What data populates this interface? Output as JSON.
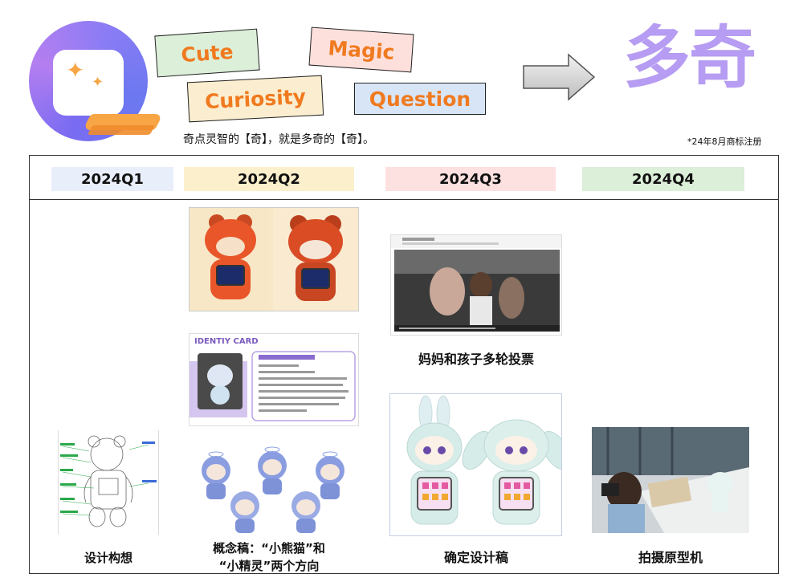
{
  "header": {
    "tags": {
      "cute": "Cute",
      "magic": "Magic",
      "curiosity": "Curiosity",
      "question": "Question"
    },
    "subtitle": "奇点灵智的【奇】，就是多奇的【奇】。",
    "brand_name": "多奇",
    "trademark_note": "*24年8月商标注册"
  },
  "timeline": {
    "quarters": [
      "2024Q1",
      "2024Q2",
      "2024Q3",
      "2024Q4"
    ],
    "captions": {
      "q1": "设计构想",
      "q2_line1": "概念稿：“小熊猫”和",
      "q2_line2": "“小精灵”两个方向",
      "q3_vote": "妈妈和孩子多轮投票",
      "q3_final": "确定设计稿",
      "q4": "拍摄原型机"
    },
    "identity_card": {
      "title": "IDENTIY CARD"
    }
  },
  "colors": {
    "tag_text": "#f07a1f",
    "brand": "#b69cf2",
    "q1_bg": "#e9eefb",
    "q2_bg": "#fbefcc",
    "q3_bg": "#fde0e0",
    "q4_bg": "#dcefd9"
  }
}
